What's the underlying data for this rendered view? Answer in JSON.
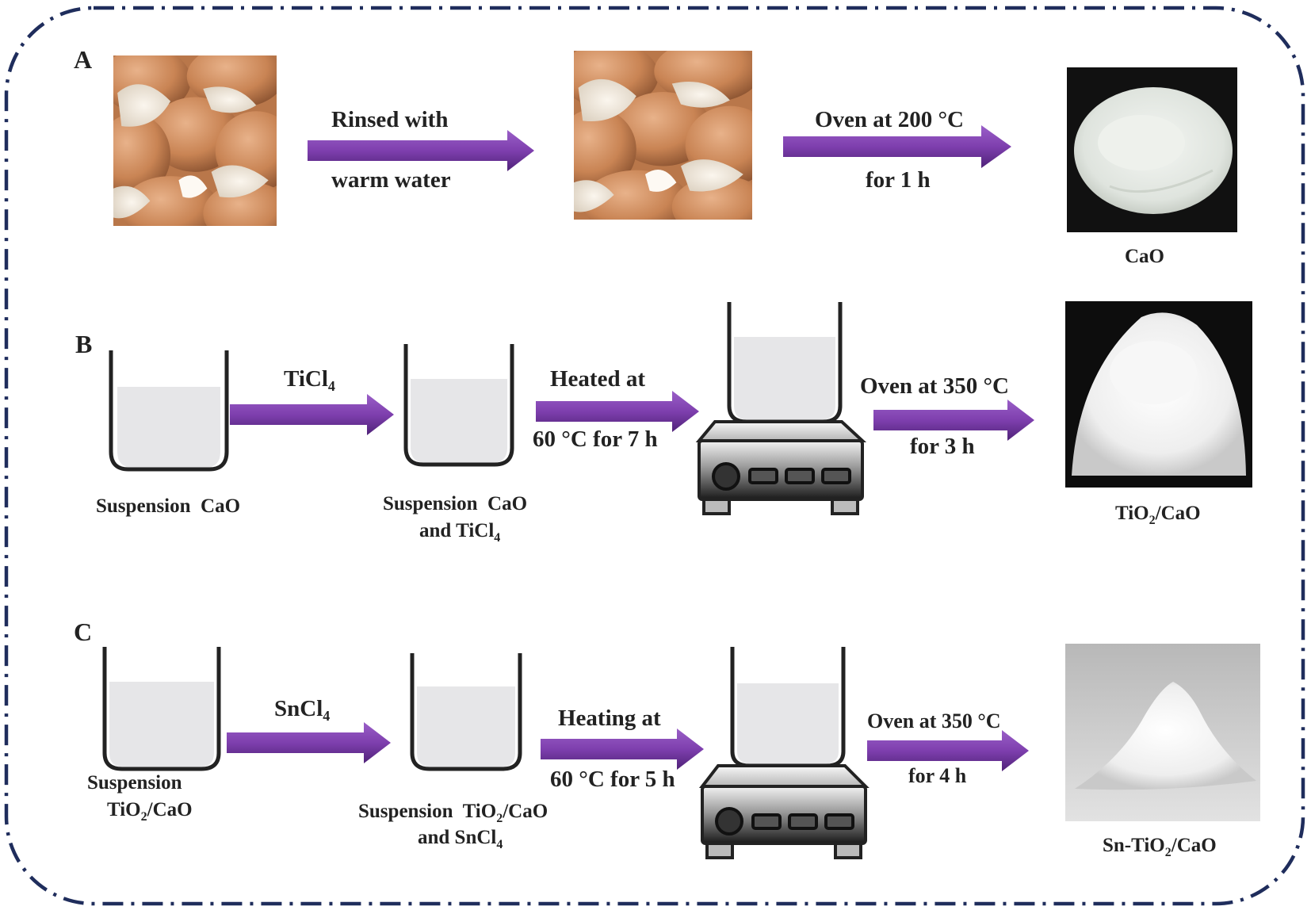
{
  "colors": {
    "border": "#1f2d5c",
    "arrow": "#7e3fae",
    "arrow_dark": "#4f2278",
    "liquid": "#e6e6e8",
    "beaker": "#222222",
    "text": "#222222"
  },
  "sections": {
    "a": {
      "label": "A",
      "step1": {
        "line1": "Rinsed with",
        "line2": "warm water"
      },
      "step2": {
        "line1": "Oven at 200 °C",
        "line2": "for 1 h"
      },
      "product": "CaO"
    },
    "b": {
      "label": "B",
      "start_caption": "Suspension  CaO",
      "reagent": {
        "main": "TiCl",
        "sub": "4"
      },
      "mid_caption": {
        "line1": "Suspension  CaO",
        "line2_main": "and TiCl",
        "line2_sub": "4"
      },
      "heat": {
        "line1": "Heated at",
        "line2": "60 °C for 7 h"
      },
      "oven": {
        "line1": "Oven at 350 °C",
        "line2": "for 3 h"
      },
      "product": {
        "pre": "TiO",
        "sub": "2",
        "post": "/CaO"
      }
    },
    "c": {
      "label": "C",
      "start_caption": {
        "line1": "Suspension",
        "line2_pre": "TiO",
        "line2_sub": "2",
        "line2_post": "/CaO"
      },
      "reagent": {
        "main": "SnCl",
        "sub": "4"
      },
      "mid_caption": {
        "line1_pre": "Suspension  TiO",
        "line1_sub": "2",
        "line1_post": "/CaO",
        "line2_main": "and SnCl",
        "line2_sub": "4"
      },
      "heat": {
        "line1": "Heating at",
        "line2": "60 °C for 5 h"
      },
      "oven": {
        "line1": "Oven at 350 °C",
        "line2": "for 4 h"
      },
      "product": {
        "pre": "Sn-TiO",
        "sub": "2",
        "post": "/CaO"
      }
    }
  }
}
